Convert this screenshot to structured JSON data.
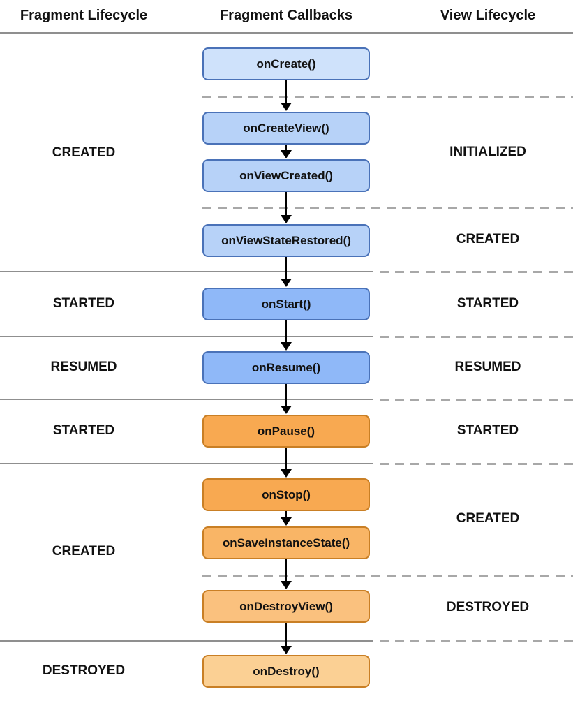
{
  "title": "Fragment lifecycle diagram",
  "headers": [
    {
      "label": "Fragment Lifecycle"
    },
    {
      "label": "Fragment Callbacks"
    },
    {
      "label": "View Lifecycle"
    }
  ],
  "callbacks": [
    {
      "label": "onCreate()",
      "tier": "blue_lightest"
    },
    {
      "label": "onCreateView()",
      "tier": "blue_light"
    },
    {
      "label": "onViewCreated()",
      "tier": "blue_light"
    },
    {
      "label": "onViewStateRestored()",
      "tier": "blue_light"
    },
    {
      "label": "onStart()",
      "tier": "blue_medium"
    },
    {
      "label": "onResume()",
      "tier": "blue_medium"
    },
    {
      "label": "onPause()",
      "tier": "orange_medium"
    },
    {
      "label": "onStop()",
      "tier": "orange_medium"
    },
    {
      "label": "onSaveInstanceState()",
      "tier": "orange_save"
    },
    {
      "label": "onDestroyView()",
      "tier": "orange_light"
    },
    {
      "label": "onDestroy()",
      "tier": "orange_lightest"
    }
  ],
  "fragment_states": [
    "CREATED",
    "STARTED",
    "RESUMED",
    "STARTED",
    "CREATED",
    "DESTROYED"
  ],
  "view_states": [
    "INITIALIZED",
    "CREATED",
    "STARTED",
    "RESUMED",
    "STARTED",
    "CREATED",
    "DESTROYED"
  ],
  "colors": {
    "blue_lightest": "#cfe2fb",
    "blue_light": "#b7d2f8",
    "blue_medium": "#8fb8f8",
    "blue_border": "#4a72b8",
    "orange_medium": "#f8a951",
    "orange_save": "#f9b566",
    "orange_light": "#fac17e",
    "orange_lightest": "#fbd094",
    "orange_border": "#c97f25",
    "solid_line": "#8f8f8f",
    "dashed_line": "#a8a8a8",
    "arrow": "#000000",
    "text": "#111111"
  }
}
